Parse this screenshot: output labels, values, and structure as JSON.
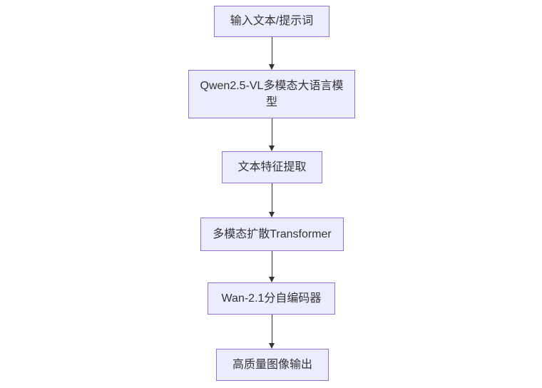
{
  "diagram": {
    "type": "flowchart",
    "direction": "top-down",
    "colors": {
      "node_fill": "#ECECFF",
      "node_border": "#9370DB",
      "text": "#333333",
      "edge": "#333333",
      "background": "#FFFFFF"
    },
    "nodes": [
      {
        "label": "输入文本/提示词"
      },
      {
        "label": "Qwen2.5-VL多模态大语言模型"
      },
      {
        "label": "文本特征提取"
      },
      {
        "label": "多模态扩散Transformer"
      },
      {
        "label": "Wan-2.1分自编码器"
      },
      {
        "label": "高质量图像输出"
      }
    ],
    "edges": [
      {
        "from": 0,
        "to": 1,
        "style": "arrow"
      },
      {
        "from": 1,
        "to": 2,
        "style": "arrow"
      },
      {
        "from": 2,
        "to": 3,
        "style": "arrow"
      },
      {
        "from": 3,
        "to": 4,
        "style": "arrow"
      },
      {
        "from": 4,
        "to": 5,
        "style": "arrow"
      }
    ]
  }
}
